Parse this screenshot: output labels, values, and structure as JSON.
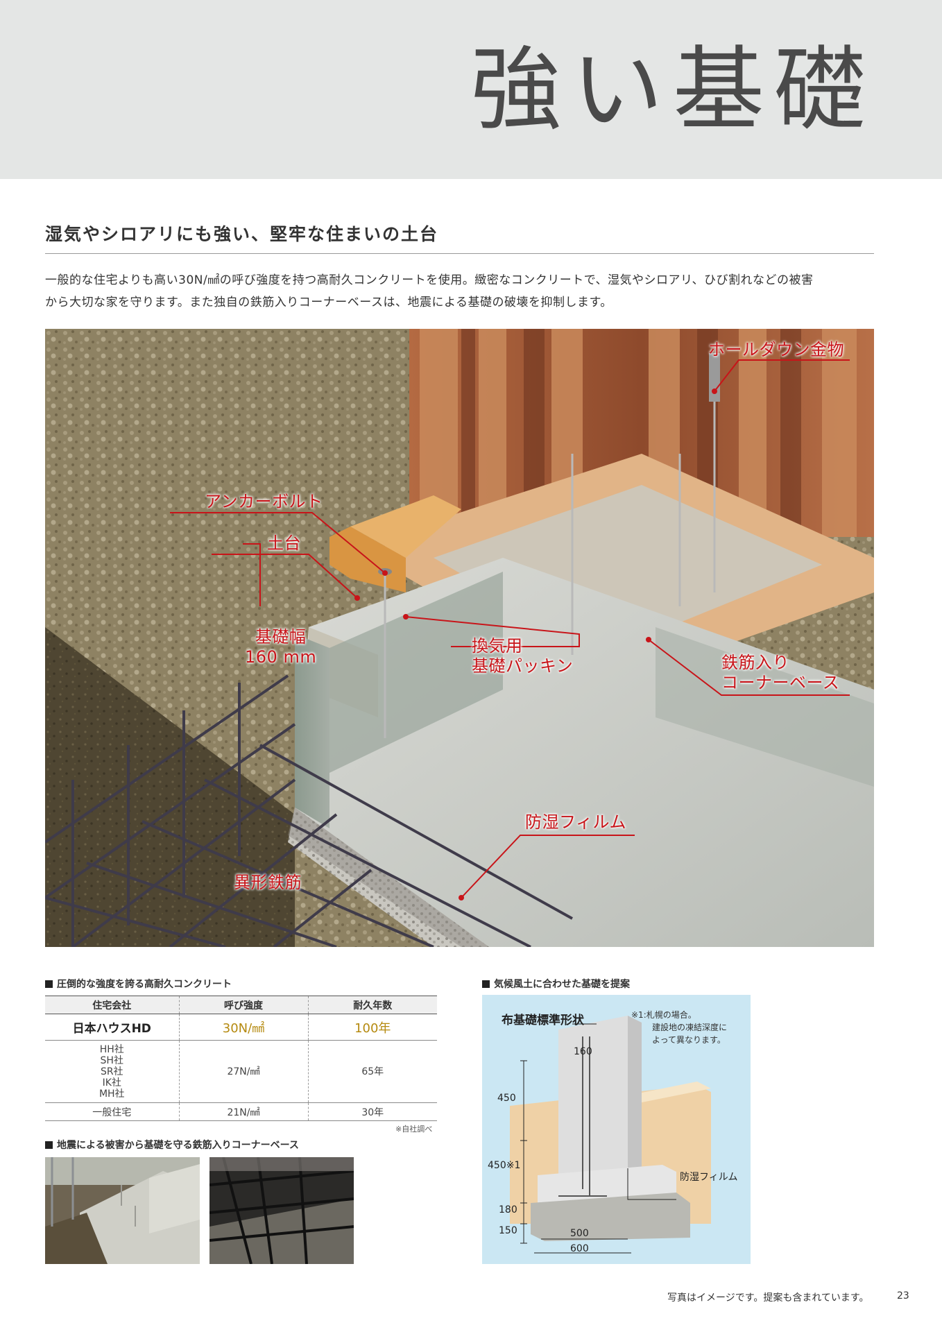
{
  "header": {
    "title": "強い基礎"
  },
  "section": {
    "subtitle": "湿気やシロアリにも強い、堅牢な住まいの土台",
    "intro_line1": "一般的な住宅よりも高い30N/㎟の呼び強度を持つ高耐久コンクリートを使用。緻密なコンクリートで、湿気やシロアリ、ひび割れなどの被害",
    "intro_line2": "から大切な家を守ります。また独自の鉄筋入りコーナーベースは、地震による基礎の破壊を抑制します。"
  },
  "illustration": {
    "labels": {
      "hold_down": "ホールダウン金物",
      "anchor_bolt": "アンカーボルト",
      "sill": "土台",
      "width_line1": "基礎幅",
      "width_line2": "160 mm",
      "packing_line1": "換気用",
      "packing_line2": "基礎パッキン",
      "corner_line1": "鉄筋入り",
      "corner_line2": "コーナーベース",
      "film": "防湿フィルム",
      "rebar": "異形鉄筋"
    }
  },
  "concrete_section": {
    "heading": "圧倒的な強度を誇る高耐久コンクリート",
    "columns": [
      "住宅会社",
      "呼び強度",
      "耐久年数"
    ],
    "row_highlight": {
      "company": "日本ハウスHD",
      "strength": "30N/㎟",
      "years": "100年"
    },
    "row_others": {
      "companies": [
        "HH社",
        "SH社",
        "SR社",
        "IK社",
        "MH社"
      ],
      "strength": "27N/㎟",
      "years": "65年"
    },
    "row_general": {
      "company": "一般住宅",
      "strength": "21N/㎟",
      "years": "30年"
    },
    "note": "※自社調べ"
  },
  "corner_section": {
    "heading": "地震による被害から基礎を守る鉄筋入りコーナーベース"
  },
  "climate_section": {
    "heading": "気候風土に合わせた基礎を提案",
    "diagram_title": "布基礎標準形状",
    "note_line1": "※1:札幌の場合。",
    "note_line2": "建設地の凍結深度に",
    "note_line3": "よって異なります。",
    "dim_top": "160",
    "dim_upper": "450",
    "dim_lower": "450※1",
    "dim_footing": "180",
    "dim_base": "150",
    "dim_width_inner": "500",
    "dim_width_outer": "600",
    "film_label": "防湿フィルム"
  },
  "footer": {
    "caption": "写真はイメージです。提案も含まれています。",
    "page": "23"
  }
}
